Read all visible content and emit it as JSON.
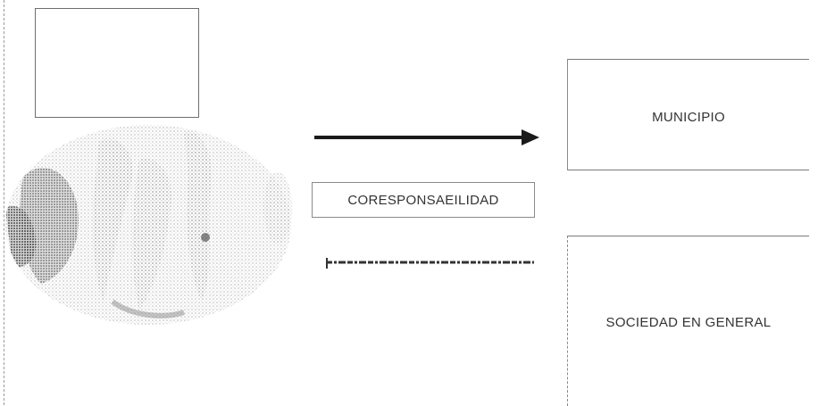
{
  "boxes": {
    "municipio": "MUNICIPIO",
    "corresponsabilidad": "CORESPONSAEILIDAD",
    "sociedad": "SOCIEDAD EN GENERAL"
  },
  "colors": {
    "arrow": "#1a1a1a",
    "globe_dark": "#4a4a4a",
    "globe_light": "#c8c8c8"
  }
}
